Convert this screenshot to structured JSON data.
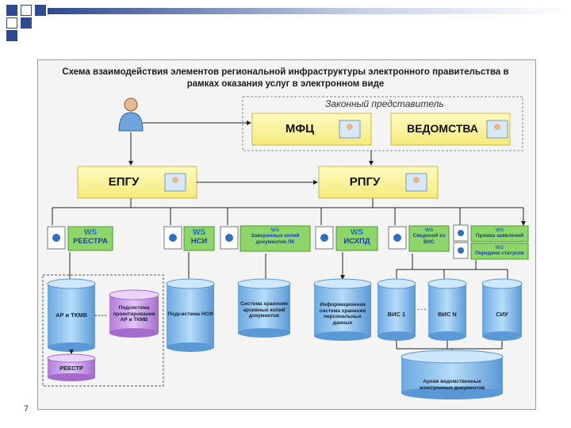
{
  "slide": {
    "page_number": "7"
  },
  "diagram": {
    "title": "Схема взаимодействия элементов региональной инфраструктуры электронного правительства в рамках оказания услуг в электронном виде",
    "representative": "Законный представитель",
    "portals": {
      "mfc": "МФЦ",
      "vedomstva": "ВЕДОМСТВА",
      "epgu": "ЕПГУ",
      "rpgu": "РПГУ"
    },
    "services": {
      "ws1": {
        "ws": "WS",
        "name": "РЕЕСТРА"
      },
      "ws2": {
        "ws": "WS",
        "name": "НСИ"
      },
      "ws3": {
        "ws": "WS",
        "name": "Заверенных копий документов ЛК"
      },
      "ws4": {
        "ws": "WS",
        "name": "ИСХПД"
      },
      "ws5": {
        "ws": "WS",
        "name": "Сведений из ВИС"
      },
      "ws6a": {
        "ws": "WS",
        "name": "Приема заявлений"
      },
      "ws6b": {
        "ws": "WS",
        "name": "Передачи статусов"
      }
    },
    "storage": {
      "ar_tkmv": "АР и ТКМВ",
      "design": "Подсистема проектирования АР и ТКМВ",
      "reestr": "РЕЕСТР",
      "nsi": "Подсистема НСИ",
      "archive_copies": "Система хранения архивных копий документов",
      "personal": "Информационная система хранения персональных данных",
      "vis1": "ВИС 1",
      "dots": ". . .",
      "visn": "ВИС N",
      "siu": "СИУ",
      "archive_dept": "Архив ведомственных электронных документов"
    }
  }
}
